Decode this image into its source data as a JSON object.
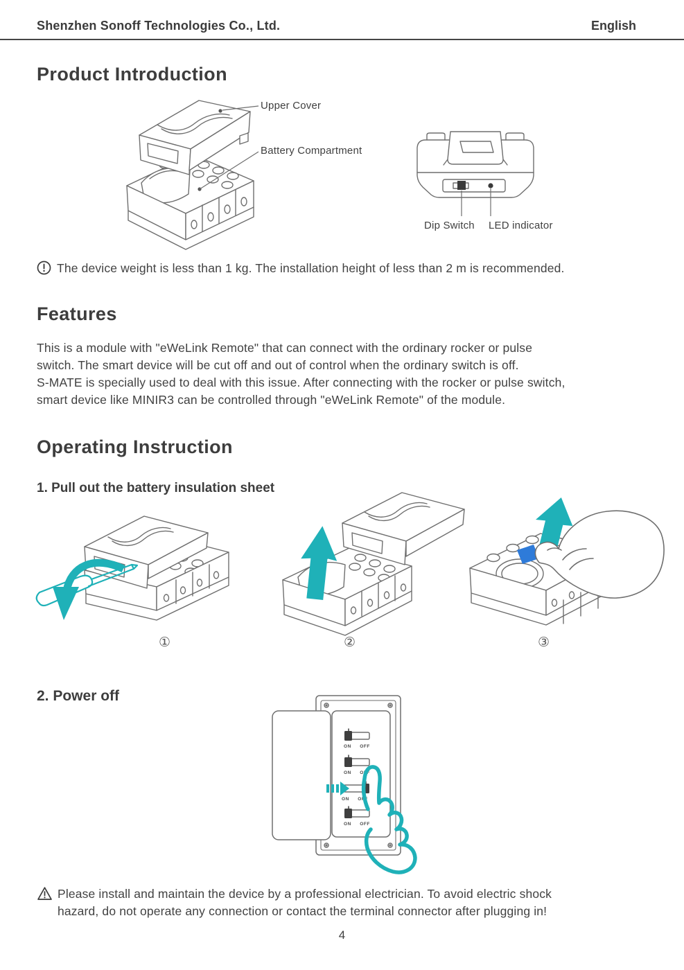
{
  "header": {
    "company": "Shenzhen Sonoff Technologies Co., Ltd.",
    "language": "English"
  },
  "product_introduction": {
    "title": "Product Introduction",
    "diagram_labels": {
      "upper_cover": "Upper Cover",
      "battery_compartment": "Battery Compartment",
      "dip_switch": "Dip Switch",
      "led_indicator": "LED indicator"
    },
    "note": "The device weight is less than 1 kg.  The installation height of less than 2 m is recommended."
  },
  "features": {
    "title": "Features",
    "lines": [
      "This is a module with \"eWeLink Remote\" that can connect with the ordinary rocker or pulse",
      "switch. The smart device will be cut off and out of control when the ordinary switch is off.",
      "S-MATE is specially used to deal with this issue. After connecting with the rocker or pulse switch,",
      "smart device like MINIR3 can be controlled through \"eWeLink Remote\" of the module."
    ]
  },
  "operating_instruction": {
    "title": "Operating Instruction",
    "step1": {
      "label": "1. Pull out the battery insulation sheet",
      "figures": [
        "①",
        "②",
        "③"
      ]
    },
    "step2": {
      "label": "2. Power off",
      "on_label": "ON",
      "off_label": "OFF",
      "switch_states": [
        "on",
        "on",
        "off",
        "on"
      ]
    }
  },
  "warning": {
    "lines": [
      "Please install and maintain the device by a professional electrician. To avoid electric shock",
      "hazard, do not operate any connection or contact the terminal connector after plugging in!"
    ]
  },
  "footer": {
    "page_number": "4"
  },
  "colors": {
    "accent_teal": "#1FB1B8",
    "insulation_blue": "#2E7BD9",
    "line_art": "#6E6E6E",
    "text": "#3B3B3B"
  }
}
